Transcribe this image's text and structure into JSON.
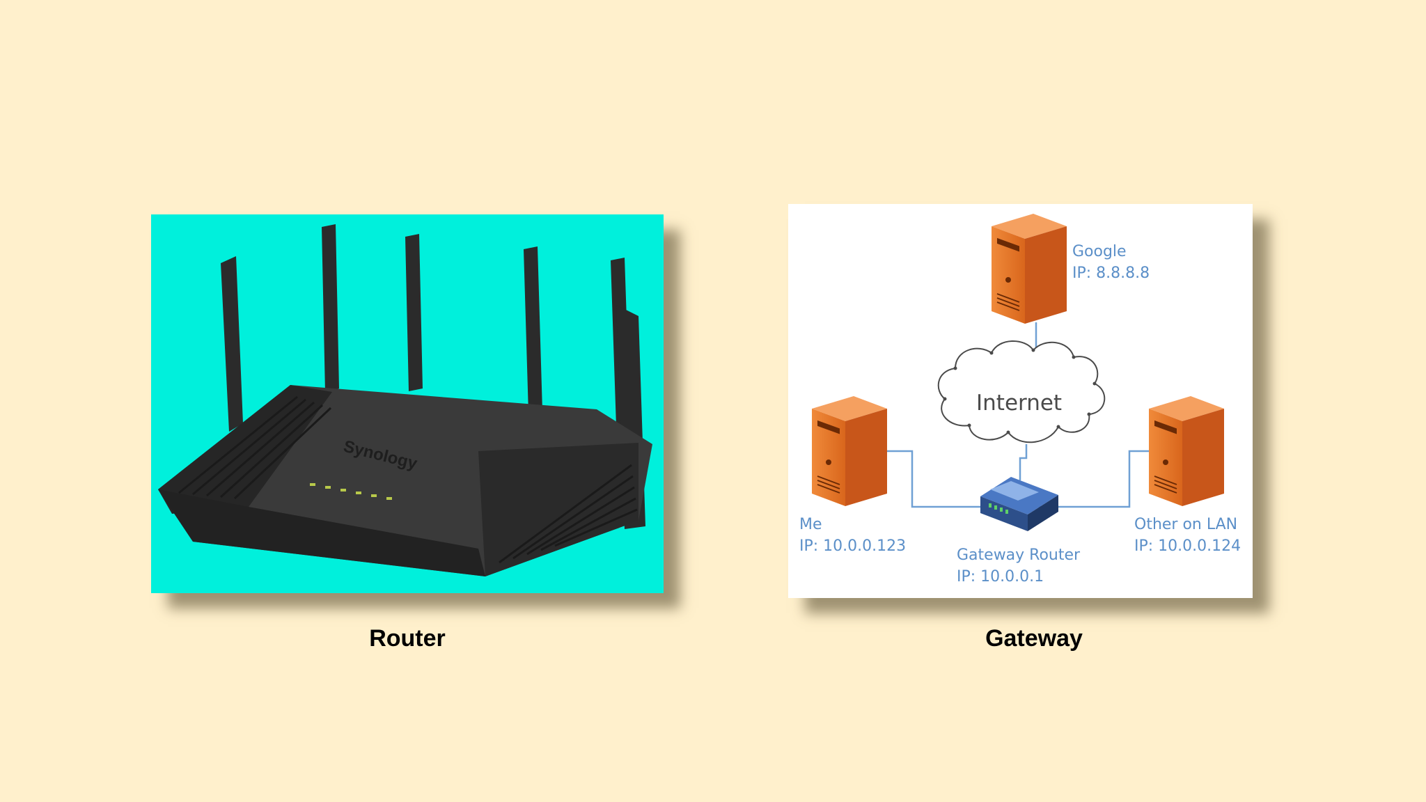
{
  "captions": {
    "router": "Router",
    "gateway": "Gateway"
  },
  "router_photo": {
    "brand": "Synology",
    "background_color": "#00f0dc"
  },
  "diagram": {
    "cloud_label": "Internet",
    "nodes": {
      "google": {
        "name": "Google",
        "ip": "IP: 8.8.8.8"
      },
      "me": {
        "name": "Me",
        "ip": "IP: 10.0.0.123"
      },
      "other": {
        "name": "Other on LAN",
        "ip": "IP: 10.0.0.124"
      },
      "gateway_router": {
        "name": "Gateway Router",
        "ip": "IP: 10.0.0.1"
      }
    },
    "colors": {
      "server": "#e8762a",
      "label": "#5b8fc8",
      "link": "#6fa0d4"
    }
  }
}
